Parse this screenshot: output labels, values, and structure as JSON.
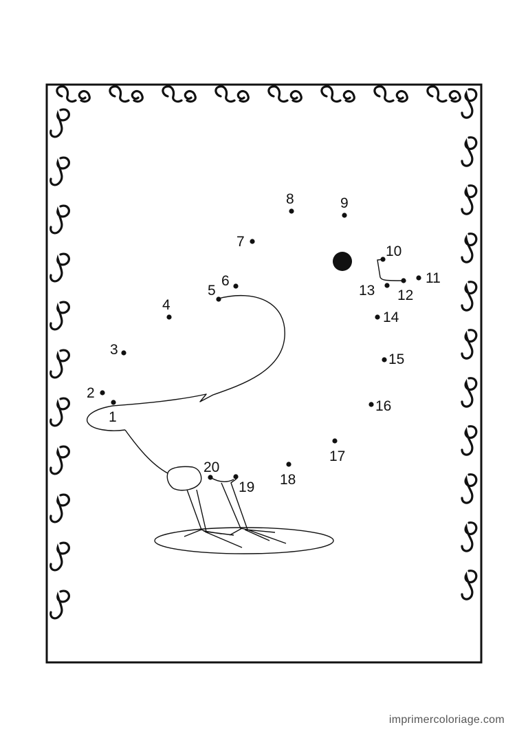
{
  "worksheet": {
    "type": "connect-the-dots",
    "ink_color": "#111111",
    "paper_color": "#ffffff",
    "dots": [
      {
        "label": "1"
      },
      {
        "label": "2"
      },
      {
        "label": "3"
      },
      {
        "label": "4"
      },
      {
        "label": "5"
      },
      {
        "label": "6"
      },
      {
        "label": "7"
      },
      {
        "label": "8"
      },
      {
        "label": "9"
      },
      {
        "label": "10"
      },
      {
        "label": "11"
      },
      {
        "label": "12"
      },
      {
        "label": "13"
      },
      {
        "label": "14"
      },
      {
        "label": "15"
      },
      {
        "label": "16"
      },
      {
        "label": "17"
      },
      {
        "label": "18"
      },
      {
        "label": "19"
      },
      {
        "label": "20"
      }
    ]
  },
  "footer": {
    "source": "imprimercoloriage.com"
  }
}
